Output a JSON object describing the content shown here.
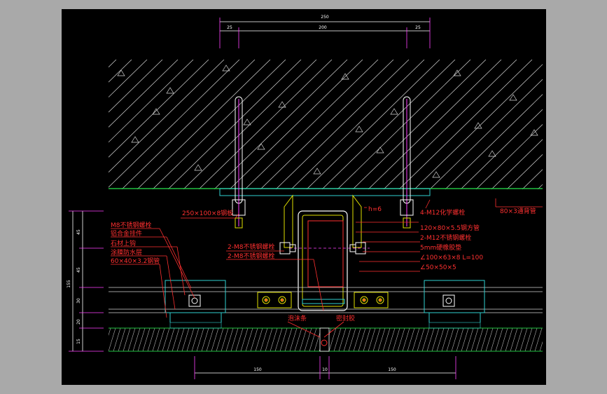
{
  "dimensions": {
    "top_total": "250",
    "top_left": "25",
    "top_mid": "200",
    "top_right": "25",
    "left_segments": [
      "45",
      "45",
      "30",
      "20",
      "15"
    ],
    "left_total": "155",
    "bottom_left": "150",
    "bottom_mid": "10",
    "bottom_right": "150"
  },
  "labels_right": {
    "anchor_bolts": "4-M12化学螺栓",
    "tube": "120×80×5.5钢方管",
    "bolt_m12": "2-M12不锈钢螺栓",
    "gasket": "5mm硬橡胶垫",
    "angle_100": "∠100×63×8  L=100",
    "angle_50": "∠50×50×5",
    "back_pipe": "80×3通背管"
  },
  "labels_left": {
    "plate": "250×100×8钢板",
    "ss_bolt": "M8不锈钢螺栓",
    "al_pendant": "铝合金挂件",
    "stone": "石材上钩",
    "coating": "涂膜防水层",
    "galv_tube": "60×40×3.2钢管"
  },
  "labels_center": {
    "bolt_m8_a": "2-M8不锈钢螺栓",
    "bolt_m8_b": "2-M8不锈钢螺栓",
    "foam": "泡沫条",
    "sealant": "密封胶"
  },
  "weld_mark": "h=6",
  "colors": {
    "background": "#000000",
    "outer": "#a9a9a9",
    "red": "#ff3030",
    "magenta": "#ff40ff",
    "green": "#20c040",
    "cyan": "#30d0d0",
    "white": "#ffffff",
    "yellow": "#e0e000"
  }
}
